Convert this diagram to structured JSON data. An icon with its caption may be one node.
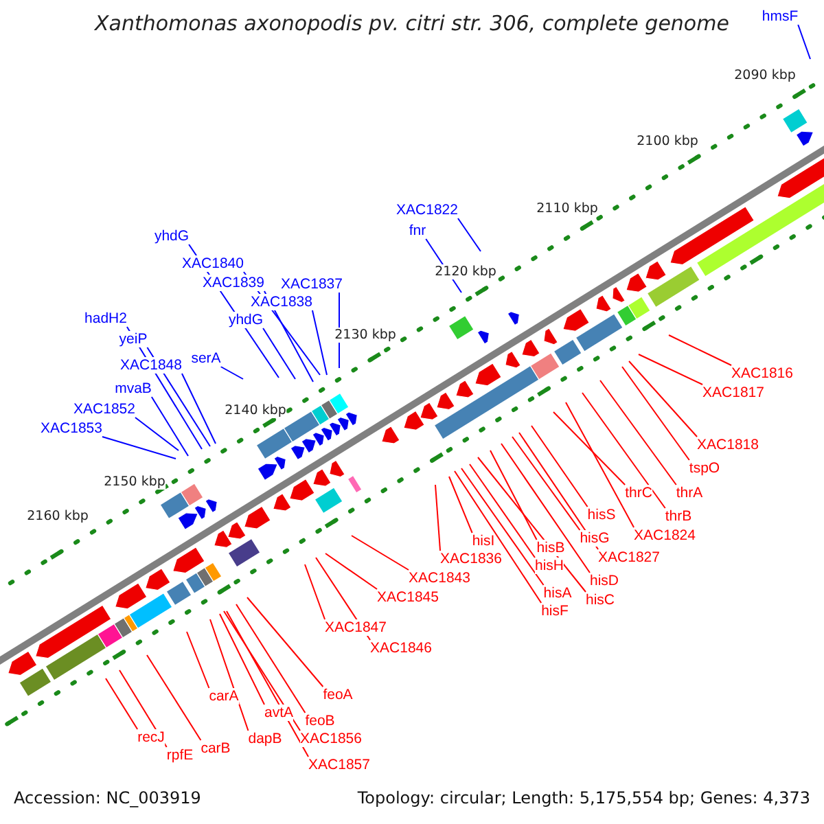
{
  "diagram": {
    "title": "Xanthomonas axonopodis pv. citri str. 306, complete genome",
    "nodes": [
      {
        "text": [
          "hmsF"
        ]
      },
      {
        "text": [
          "XAC1822"
        ]
      },
      {
        "text": [
          "fnr"
        ]
      },
      {
        "text": [
          "yhdG"
        ]
      },
      {
        "text": [
          "XAC1840"
        ]
      },
      {
        "text": [
          "XAC1839"
        ]
      },
      {
        "text": [
          "XAC1837"
        ]
      },
      {
        "text": [
          "XAC1838"
        ]
      },
      {
        "text": [
          "yhdG"
        ]
      },
      {
        "text": [
          "hadH2"
        ]
      },
      {
        "text": [
          "yeiP"
        ]
      },
      {
        "text": [
          "serA"
        ]
      },
      {
        "text": [
          "XAC1848"
        ]
      },
      {
        "text": [
          "mvaB"
        ]
      },
      {
        "text": [
          "XAC1852"
        ]
      },
      {
        "text": [
          "XAC1853"
        ]
      },
      {
        "text": [
          "XAC1816"
        ]
      },
      {
        "text": [
          "XAC1817"
        ]
      },
      {
        "text": [
          "XAC1818"
        ]
      },
      {
        "text": [
          "tspO"
        ]
      },
      {
        "text": [
          "thrA"
        ]
      },
      {
        "text": [
          "thrC"
        ]
      },
      {
        "text": [
          "thrB"
        ]
      },
      {
        "text": [
          "hisS"
        ]
      },
      {
        "text": [
          "XAC1824"
        ]
      },
      {
        "text": [
          "hisG"
        ]
      },
      {
        "text": [
          "XAC1827"
        ]
      },
      {
        "text": [
          "hisB"
        ]
      },
      {
        "text": [
          "hisI"
        ]
      },
      {
        "text": [
          "hisH"
        ]
      },
      {
        "text": [
          "hisD"
        ]
      },
      {
        "text": [
          "XAC1836"
        ]
      },
      {
        "text": [
          "hisA"
        ]
      },
      {
        "text": [
          "hisC"
        ]
      },
      {
        "text": [
          "hisF"
        ]
      },
      {
        "text": [
          "XAC1843"
        ]
      },
      {
        "text": [
          "XAC1845"
        ]
      },
      {
        "text": [
          "XAC1847"
        ]
      },
      {
        "text": [
          "XAC1846"
        ]
      },
      {
        "text": [
          "feoA"
        ]
      },
      {
        "text": [
          "carA"
        ]
      },
      {
        "text": [
          "avtA"
        ]
      },
      {
        "text": [
          "feoB"
        ]
      },
      {
        "text": [
          "recJ"
        ]
      },
      {
        "text": [
          "dapB"
        ]
      },
      {
        "text": [
          "XAC1856"
        ]
      },
      {
        "text": [
          "carB"
        ]
      },
      {
        "text": [
          "rpfE"
        ]
      },
      {
        "text": [
          "XAC1857"
        ]
      }
    ],
    "edges": [
      {
        "from": 0,
        "to": null,
        "arrow": "none",
        "color": "#0000ff"
      },
      {
        "from": 1,
        "to": null,
        "arrow": "none",
        "color": "#0000ff"
      },
      {
        "from": 2,
        "to": null,
        "arrow": "none",
        "color": "#0000ff"
      },
      {
        "from": 3,
        "to": null,
        "arrow": "none",
        "color": "#0000ff"
      },
      {
        "from": 4,
        "to": null,
        "arrow": "none",
        "color": "#0000ff"
      },
      {
        "from": 5,
        "to": null,
        "arrow": "none",
        "color": "#0000ff"
      },
      {
        "from": 6,
        "to": null,
        "arrow": "none",
        "color": "#0000ff"
      },
      {
        "from": 7,
        "to": null,
        "arrow": "none",
        "color": "#0000ff"
      },
      {
        "from": 8,
        "to": null,
        "arrow": "none",
        "color": "#0000ff"
      },
      {
        "from": 9,
        "to": null,
        "arrow": "none",
        "color": "#0000ff"
      },
      {
        "from": 10,
        "to": null,
        "arrow": "none",
        "color": "#0000ff"
      },
      {
        "from": 11,
        "to": null,
        "arrow": "none",
        "color": "#0000ff"
      },
      {
        "from": 12,
        "to": null,
        "arrow": "none",
        "color": "#0000ff"
      },
      {
        "from": 13,
        "to": null,
        "arrow": "none",
        "color": "#0000ff"
      },
      {
        "from": 14,
        "to": null,
        "arrow": "none",
        "color": "#0000ff"
      },
      {
        "from": 15,
        "to": null,
        "arrow": "none",
        "color": "#0000ff"
      },
      {
        "from": 16,
        "to": null,
        "arrow": "none"
      },
      {
        "from": 17,
        "to": null,
        "arrow": "none"
      },
      {
        "from": 18,
        "to": null,
        "arrow": "none"
      },
      {
        "from": 19,
        "to": null,
        "arrow": "none"
      },
      {
        "from": 20,
        "to": null,
        "arrow": "none"
      },
      {
        "from": 21,
        "to": null,
        "arrow": "none"
      },
      {
        "from": 22,
        "to": null,
        "arrow": "none"
      },
      {
        "from": 23,
        "to": null,
        "arrow": "none"
      },
      {
        "from": 24,
        "to": null,
        "arrow": "none"
      },
      {
        "from": 25,
        "to": null,
        "arrow": "none"
      },
      {
        "from": 26,
        "to": null,
        "arrow": "none"
      },
      {
        "from": 27,
        "to": null,
        "arrow": "none"
      },
      {
        "from": 28,
        "to": null,
        "arrow": "none"
      },
      {
        "from": 29,
        "to": null,
        "arrow": "none"
      },
      {
        "from": 30,
        "to": null,
        "arrow": "none"
      },
      {
        "from": 31,
        "to": null,
        "arrow": "none"
      },
      {
        "from": 32,
        "to": null,
        "arrow": "none"
      },
      {
        "from": 33,
        "to": null,
        "arrow": "none"
      },
      {
        "from": 34,
        "to": null,
        "arrow": "none"
      },
      {
        "from": 35,
        "to": null,
        "arrow": "none"
      },
      {
        "from": 36,
        "to": null,
        "arrow": "none"
      },
      {
        "from": 37,
        "to": null,
        "arrow": "none"
      },
      {
        "from": 38,
        "to": null,
        "arrow": "none"
      },
      {
        "from": 39,
        "to": null,
        "arrow": "none"
      },
      {
        "from": 40,
        "to": null,
        "arrow": "none"
      },
      {
        "from": 41,
        "to": null,
        "arrow": "none"
      },
      {
        "from": 42,
        "to": null,
        "arrow": "none"
      },
      {
        "from": 43,
        "to": null,
        "arrow": "none"
      },
      {
        "from": 44,
        "to": null,
        "arrow": "none"
      },
      {
        "from": 45,
        "to": null,
        "arrow": "none"
      },
      {
        "from": 46,
        "to": null,
        "arrow": "none"
      },
      {
        "from": 47,
        "to": null,
        "arrow": "none"
      },
      {
        "from": 48,
        "to": null,
        "arrow": "none"
      }
    ],
    "labels": [
      "2090 kbp",
      "2100 kbp",
      "2110 kbp",
      "2120 kbp",
      "2130 kbp",
      "2140 kbp",
      "2150 kbp",
      "2160 kbp",
      "Accession: NC_003919",
      "Topology: circular; Length: 5,175,554 bp; Genes: 4,373"
    ]
  }
}
